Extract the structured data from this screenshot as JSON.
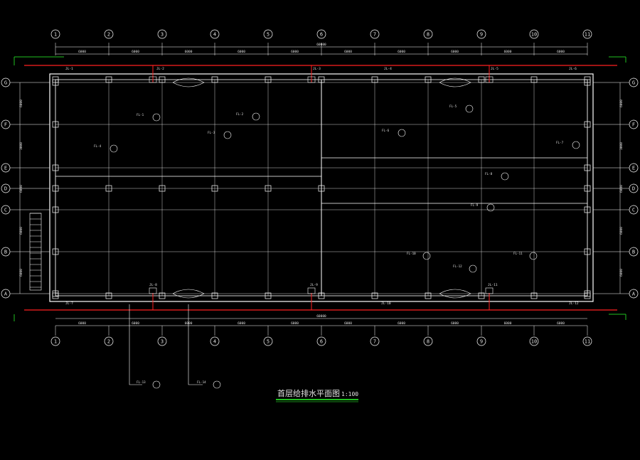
{
  "drawing": {
    "title": "首层给排水平面图",
    "scale": "1:100",
    "colors": {
      "background": "#000000",
      "grid_line": "#ffffff",
      "water_supply": "#ff2020",
      "drain": "#20c020",
      "label": "#e0e0e0",
      "title_underline": "#20c020"
    }
  },
  "axes": {
    "columns": [
      "1",
      "2",
      "3",
      "4",
      "5",
      "6",
      "7",
      "8",
      "9",
      "10",
      "11"
    ],
    "rows": [
      "G",
      "F",
      "E",
      "D",
      "C",
      "B",
      "A"
    ]
  },
  "dimensions": {
    "top_total": "60000",
    "top_spans": [
      "6000",
      "6000",
      "6000",
      "6000",
      "6000",
      "6000",
      "6000",
      "6000",
      "6000",
      "6000"
    ],
    "bottom_total": "60000",
    "bottom_spans": [
      "6000",
      "6000",
      "6000",
      "6000",
      "6000",
      "6000",
      "6000",
      "6000",
      "6000",
      "6000"
    ],
    "left_spans": [
      "6000",
      "3000",
      "6000",
      "6000",
      "6000"
    ],
    "right_spans": [
      "6000",
      "3000",
      "6000",
      "6000",
      "6000"
    ]
  },
  "pipe_labels": {
    "top": [
      "JL-1",
      "JL-2",
      "JL-3",
      "JL-4",
      "JL-5",
      "JL-6"
    ],
    "bottom": [
      "JL-7",
      "JL-8",
      "JL-9",
      "JL-10",
      "JL-11",
      "JL-12"
    ]
  },
  "fixture_tags": [
    "FL-1",
    "FL-2",
    "FL-3",
    "FL-4",
    "FL-5",
    "FL-6",
    "FL-7",
    "FL-8",
    "FL-9",
    "FL-10",
    "FL-11",
    "FL-12",
    "FL-13",
    "FL-14"
  ]
}
